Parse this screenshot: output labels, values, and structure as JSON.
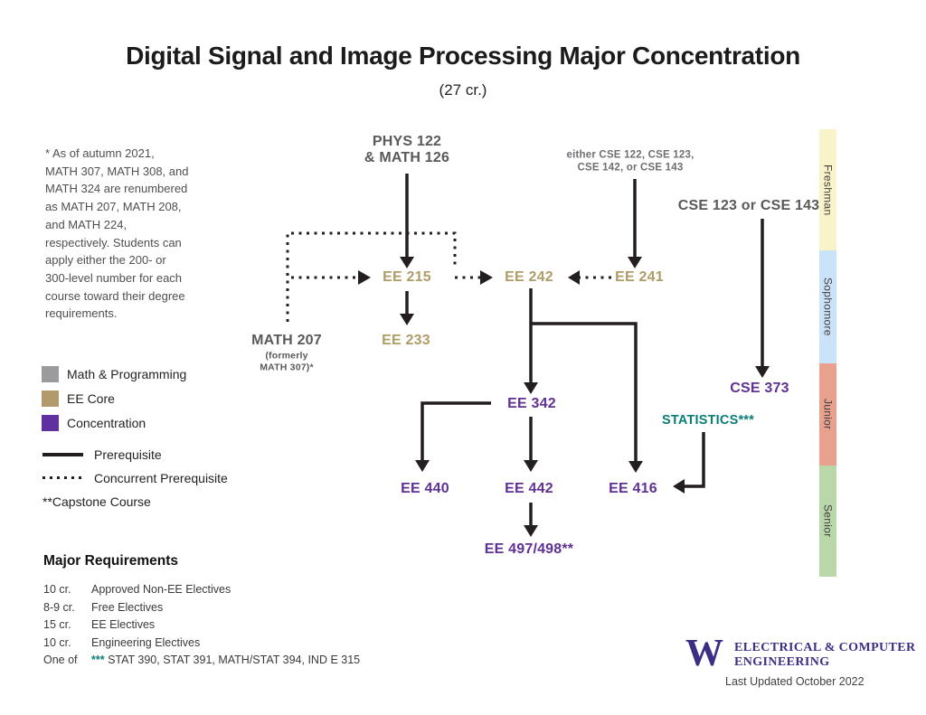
{
  "title": "Digital Signal and Image Processing Major Concentration",
  "subtitle": "(27 cr.)",
  "note": "* As of autumn 2021,\nMATH 307, MATH 308, and\nMATH 324 are renumbered\nas MATH 207, MATH 208,\nand MATH 224,\nrespectively. Students can\napply either the 200- or\n300-level number for each\ncourse toward their degree\nrequirements.",
  "legend": {
    "categories": [
      {
        "label": "Math & Programming",
        "color": "#9b9b9d"
      },
      {
        "label": "EE Core",
        "color": "#b29a6c"
      },
      {
        "label": "Concentration",
        "color": "#6130a0"
      }
    ],
    "lines": [
      {
        "style": "solid",
        "label": "Prerequisite"
      },
      {
        "style": "dotted",
        "label": "Concurrent Prerequisite"
      }
    ],
    "capstone_note": "**Capstone Course"
  },
  "requirements": {
    "header": "Major Requirements",
    "rows": [
      {
        "credits": "10 cr.",
        "desc": "Approved Non-EE Electives"
      },
      {
        "credits": "8-9 cr.",
        "desc": "Free Electives"
      },
      {
        "credits": "15 cr.",
        "desc": "EE Electives"
      },
      {
        "credits": "10 cr.",
        "desc": "Engineering Electives"
      },
      {
        "credits": "One of",
        "prefix": "***",
        "desc": " STAT 390, STAT 391, MATH/STAT 394, IND E 315"
      }
    ]
  },
  "nodes": {
    "phys": {
      "line1": "PHYS 122",
      "line2": "& MATH 126"
    },
    "cse_intro_note": {
      "line1": "either CSE 122, CSE 123,",
      "line2": "CSE 142, or CSE 143"
    },
    "cse123": {
      "label": "CSE 123 or CSE 143"
    },
    "ee215": {
      "label": "EE 215"
    },
    "ee242": {
      "label": "EE 242"
    },
    "ee241": {
      "label": "EE 241"
    },
    "math207": {
      "label": "MATH 207",
      "sub": "(formerly\nMATH 307)*"
    },
    "ee233": {
      "label": "EE 233"
    },
    "ee342": {
      "label": "EE 342"
    },
    "cse373": {
      "label": "CSE 373"
    },
    "statistics": {
      "label": "STATISTICS***"
    },
    "ee440": {
      "label": "EE 440"
    },
    "ee442": {
      "label": "EE 442"
    },
    "ee416": {
      "label": "EE 416"
    },
    "ee497": {
      "label": "EE 497/498**"
    }
  },
  "class_bar": {
    "segments": [
      {
        "label": "Freshman",
        "color": "#f8f3c8"
      },
      {
        "label": "Sophomore",
        "color": "#cbe3f8"
      },
      {
        "label": "Junior",
        "color": "#e9a18e"
      },
      {
        "label": "Senior",
        "color": "#b9d7a8"
      }
    ]
  },
  "footer": {
    "logo": "W",
    "dept_line1": "ELECTRICAL & COMPUTER",
    "dept_line2": "ENGINEERING",
    "updated": "Last Updated October 2022"
  },
  "colors": {
    "line": "#231f20",
    "ee_core_text": "#ae9d66",
    "concentration_text": "#5e3193",
    "math_programming_text": "#58595b",
    "statistics_text": "#0b7d77",
    "uw_purple": "#3b2e85"
  }
}
